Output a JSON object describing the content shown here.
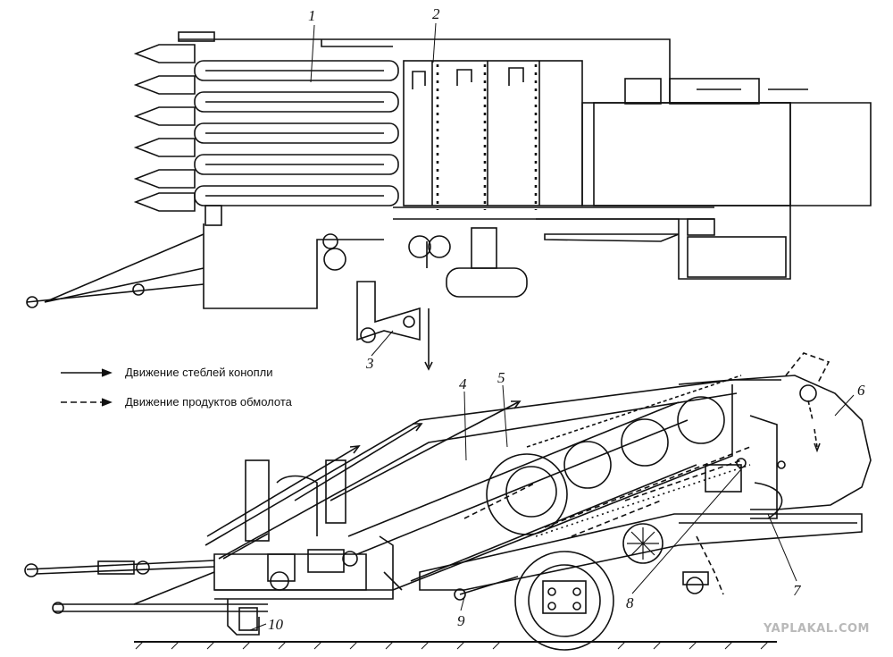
{
  "figure": {
    "callouts": [
      "1",
      "2",
      "3",
      "4",
      "5",
      "6",
      "7",
      "8",
      "9",
      "10"
    ],
    "legend": [
      {
        "line_style": "solid-arrow",
        "text": "Движение стеблей конопли"
      },
      {
        "line_style": "dashed-arrow",
        "text": "Движение продуктов обмолота"
      }
    ]
  },
  "watermark": "YAPLAKAL.COM",
  "colors": {
    "ink": "#111111",
    "paper": "#ffffff",
    "watermark": "#b9b9b9"
  }
}
